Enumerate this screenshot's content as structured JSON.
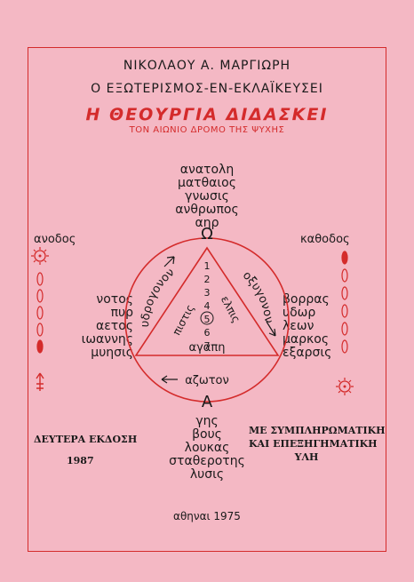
{
  "header": {
    "author": "ΝΙΚΟΛΑΟΥ Α. ΜΑΡΓΙΩΡΗ",
    "subtitle": "Ο ΕΞΩΤΕΡΙΣΜΟΣ-ΕΝ-ΕΚΛΑΪΚΕΥΣΕΙ",
    "title": "Η ΘΕΟΥΡΓΙΑ ΔΙΔΑΣΚΕΙ",
    "tagline": "ΤΟΝ ΑΙΩΝΙΟ ΔΡΟΜΟ ΤΗΣ ΨΥΧΗΣ"
  },
  "diagram": {
    "top_words": [
      "ανατολη",
      "ματθαιος",
      "γνωσις",
      "ανθρωπος",
      "αηρ"
    ],
    "omega": "Ω",
    "alpha": "Α",
    "left_words": [
      "νοτος",
      "πυρ",
      "αετος",
      "ιωαννης",
      "μυησις"
    ],
    "right_words": [
      "βορρας",
      "υδωρ",
      "λεων",
      "μαρκος",
      "εξαρσις"
    ],
    "bottom_words": [
      "γης",
      "βους",
      "λουκας",
      "σταθεροτης",
      "λυσις"
    ],
    "left_label": "ανοδος",
    "right_label": "καθοδος",
    "arc_left": "υδρογονον",
    "arc_right": "οξυγονον",
    "arc_bottom": "αζωτον",
    "tri_left": "πιστις",
    "tri_right": "ελπις",
    "tri_bottom": "αγαπη",
    "numbers": [
      "1",
      "2",
      "3",
      "4",
      "5",
      "6",
      "7"
    ]
  },
  "footer": {
    "edition": "ΔΕΥΤΕΡΑ ΕΚΔΟΣΗ",
    "year": "1987",
    "note_line1": "ΜΕ ΣΥΜΠΛΗΡΩΜΑΤΙΚΗ",
    "note_line2": "ΚΑΙ ΕΠΕΞΗΓΗΜΑΤΙΚΗ",
    "note_line3": "ΥΛΗ",
    "place_date": "αθηναι 1975"
  }
}
